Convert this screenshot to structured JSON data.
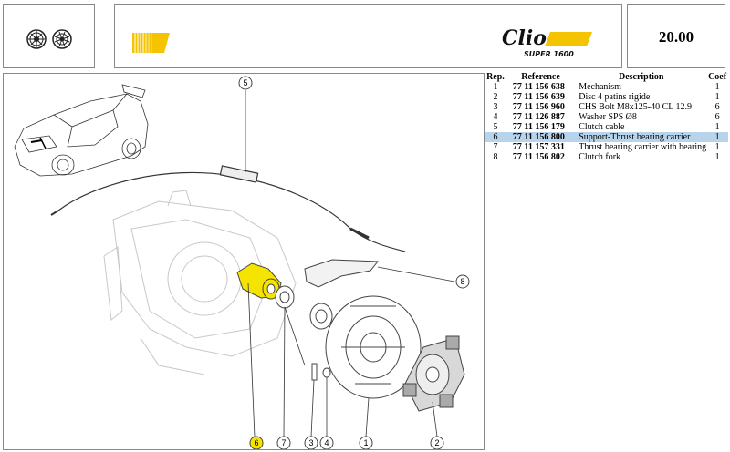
{
  "header": {
    "section_number": "20.00",
    "brand_logo_text": "Clio",
    "brand_logo_subtext": "SUPER 1600",
    "accent_color": "#f5c400"
  },
  "table": {
    "headers": {
      "rep": "Rep.",
      "reference": "Reference",
      "description": "Description",
      "coef": "Coef"
    },
    "rows": [
      {
        "rep": "1",
        "reference": "77 11 156 638",
        "description": "Mechanism",
        "coef": "1"
      },
      {
        "rep": "2",
        "reference": "77 11 156 639",
        "description": "Disc 4 patins rigide",
        "coef": "1"
      },
      {
        "rep": "3",
        "reference": "77 11 156 960",
        "description": "CHS Bolt M8x125-40 CL 12.9",
        "coef": "6"
      },
      {
        "rep": "4",
        "reference": "77 11 126 887",
        "description": "Washer SPS Ø8",
        "coef": "6"
      },
      {
        "rep": "5",
        "reference": "77 11 156 179",
        "description": "Clutch cable",
        "coef": "1"
      },
      {
        "rep": "6",
        "reference": "77 11 156 800",
        "description": "Support-Thrust bearing carrier",
        "coef": "1"
      },
      {
        "rep": "7",
        "reference": "77 11 157 331",
        "description": "Thrust bearing carrier with bearing",
        "coef": "1"
      },
      {
        "rep": "8",
        "reference": "77 11 156 802",
        "description": "Clutch fork",
        "coef": "1"
      }
    ],
    "highlighted_rep": "6",
    "highlight_color": "#b8d4ec"
  },
  "diagram": {
    "callouts": [
      "1",
      "2",
      "3",
      "4",
      "5",
      "6",
      "7",
      "8"
    ],
    "highlight_color": "#f5e400"
  }
}
